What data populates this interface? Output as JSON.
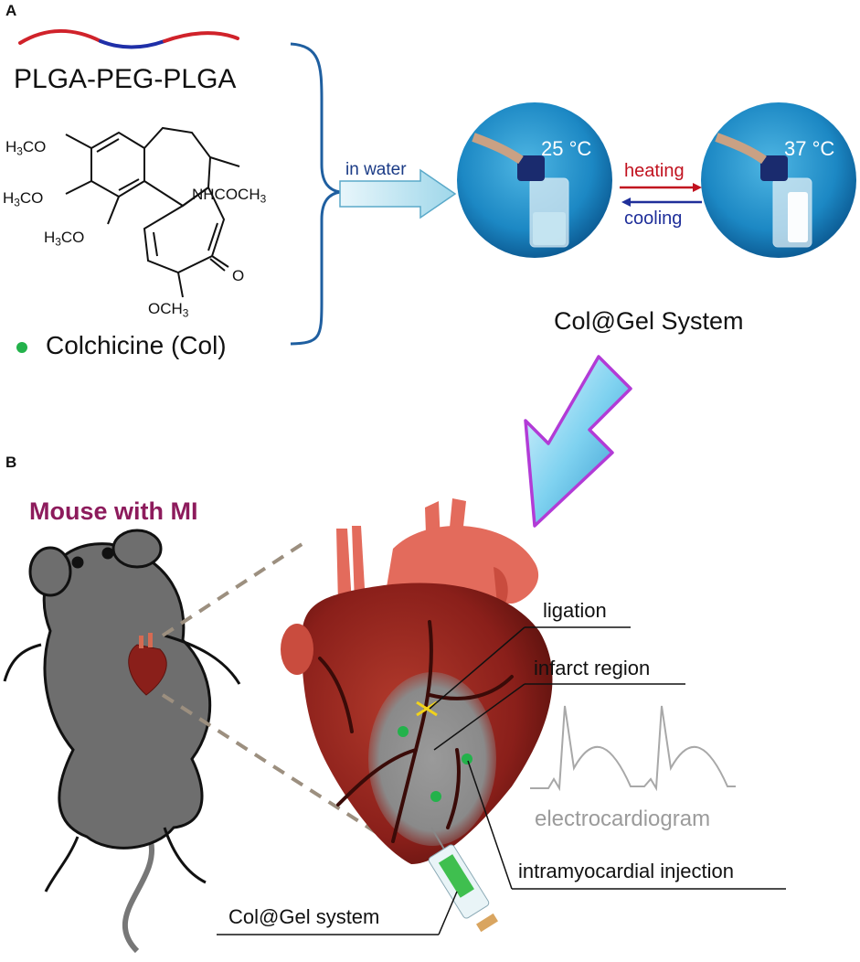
{
  "panel_a": {
    "letter": "A",
    "polymer": "PLGA-PEG-PLGA",
    "chem": {
      "h3co_1": "H",
      "h3co_1b": "3",
      "h3co_1c": "CO",
      "h3co_2": "H",
      "h3co_2b": "3",
      "h3co_2c": "CO",
      "h3co_3": "H",
      "h3co_3b": "3",
      "h3co_3c": "CO",
      "nhcoch3": "NHCOCH",
      "nhcoch3_sub": "3",
      "ketone_o": "O",
      "och3": "OCH",
      "och3_sub": "3"
    },
    "drug_label": "Colchicine (Col)",
    "arrow_label": "in water",
    "vial_left_temp": "25 °C",
    "vial_right_temp": "37 °C",
    "heating": "heating",
    "cooling": "cooling",
    "system_label": "Col@Gel System"
  },
  "panel_b": {
    "letter": "B",
    "mouse_title": "Mouse with MI",
    "callouts": {
      "ligation": "ligation",
      "infarct": "infarct region",
      "injection": "intramyocardial injection",
      "col_gel": "Col@Gel system"
    },
    "ecg_label": "electrocardiogram"
  },
  "colors": {
    "plga": "#d0222a",
    "peg": "#1f2fa8",
    "drug_dot": "#23b24b",
    "bracket": "#1f5fa0",
    "mouse_title": "#8d1b5c",
    "heart": "#8a1f1a",
    "infarct": "#8f8f8f",
    "arrow_purple": "#b23bd6"
  }
}
